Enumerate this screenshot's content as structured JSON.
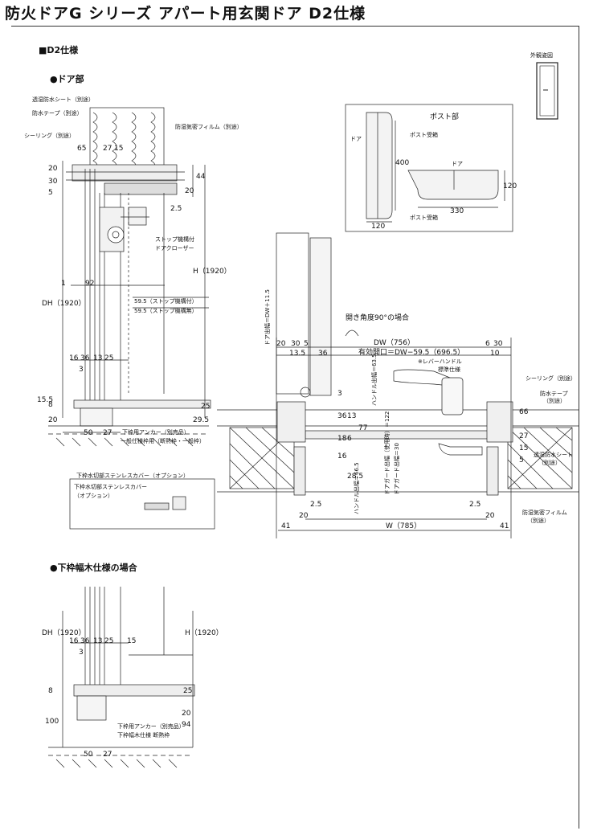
{
  "title": "防火ドアG シリーズ アパート用玄関ドア D2仕様",
  "sections": {
    "spec": "■D2仕様",
    "door_part": "●ドア部",
    "wood_sill": "●下枠幅木仕様の場合",
    "exterior": "外観姿図"
  },
  "left_labels": {
    "waterproof_sheet": "透湿防水シート（別途）",
    "waterproof_tape": "防水テープ（別途）",
    "sealing": "シーリング（別途）",
    "vapor_film": "防湿気密フィルム（別途）",
    "stopper": "ストップ機構付",
    "closer": "ドアクローザー",
    "stop_with": "59.5（ストップ機構付）",
    "stop_without": "59.5（ストップ機構無）",
    "anchor": "下枠用アンカー（別売品）",
    "general": "一般仕様枠用（断熱枠・一般枠）",
    "cover_title": "下枠水切部ステンレスカバー（オプション）",
    "cover_inner": "下枠水切部ステンレスカバー",
    "cover_option": "（オプション）",
    "anchor2": "下枠用アンカー（別売品）",
    "wood_sill_label": "下枠幅木仕様 断熱枠"
  },
  "post": {
    "title": "ポスト部",
    "door": "ドア",
    "receiver1": "ポスト受箱",
    "receiver2": "ポスト受箱",
    "door_small": "ドア",
    "d400": "400",
    "d120a": "120",
    "d330": "330",
    "d120b": "120"
  },
  "plan": {
    "opening_angle": "開き角度90°の場合",
    "dw": "DW（756）",
    "effective": "有効開口＝DW−59.5（696.5）",
    "lever": "※レバーハンドル",
    "standard": "標準仕様",
    "handle_out": "ハンドル出幅＝63.5",
    "handle_out2": "ハンドル出幅＝66.5",
    "door_out": "ドア出幅＝DW＋11.5",
    "guard1": "ドアガード出幅（使用時）＝122",
    "guard2": "ドアガード出幅＝30",
    "w": "W（785）",
    "sealing": "シーリング（別途）",
    "tape": "防水テープ",
    "tape_sep": "（別途）",
    "sheet": "透湿防水シート",
    "sheet_sep": "（別途）",
    "film": "防湿気密フィルム",
    "film_sep": "（別途）"
  },
  "dims": {
    "d65": "65",
    "d27": "27",
    "d15": "15",
    "d20": "20",
    "d30": "30",
    "d5": "5",
    "d44": "44",
    "d20b": "20",
    "d25": "2.5",
    "h1920": "H（1920）",
    "dh1920": "DH（1920）",
    "d1": "1",
    "d92": "92",
    "d16": "16",
    "d36": "36",
    "d3": "3",
    "d13": "13",
    "d25b": "25",
    "d155": "15.5",
    "d8": "8",
    "d20c": "20",
    "d50": "50",
    "d27b": "27",
    "d29": "29.5",
    "d25c": "25",
    "p20": "20",
    "p30": "30",
    "p5": "5",
    "p135": "13.5",
    "p36": "36",
    "p6": "6",
    "p30b": "30",
    "p10": "10",
    "p3": "3",
    "p36b": "36",
    "p13": "13",
    "p16": "16",
    "p18": "18",
    "p6b": "6",
    "p77": "77",
    "p285": "28.5",
    "p20b": "20",
    "p25": "2.5",
    "p41": "41",
    "p20c": "20",
    "p25b": "2.5",
    "p41b": "41",
    "p66": "66",
    "p27": "27",
    "p15": "15",
    "p5b": "5",
    "w_dh": "DH（1920）",
    "w_h": "H（1920）",
    "w16": "16",
    "w36": "36",
    "w13": "13",
    "w25": "25",
    "w15": "15",
    "w3": "3",
    "w8": "8",
    "w25b": "25",
    "w100": "100",
    "w20": "20",
    "w94": "94",
    "w50": "50",
    "w27": "27"
  }
}
